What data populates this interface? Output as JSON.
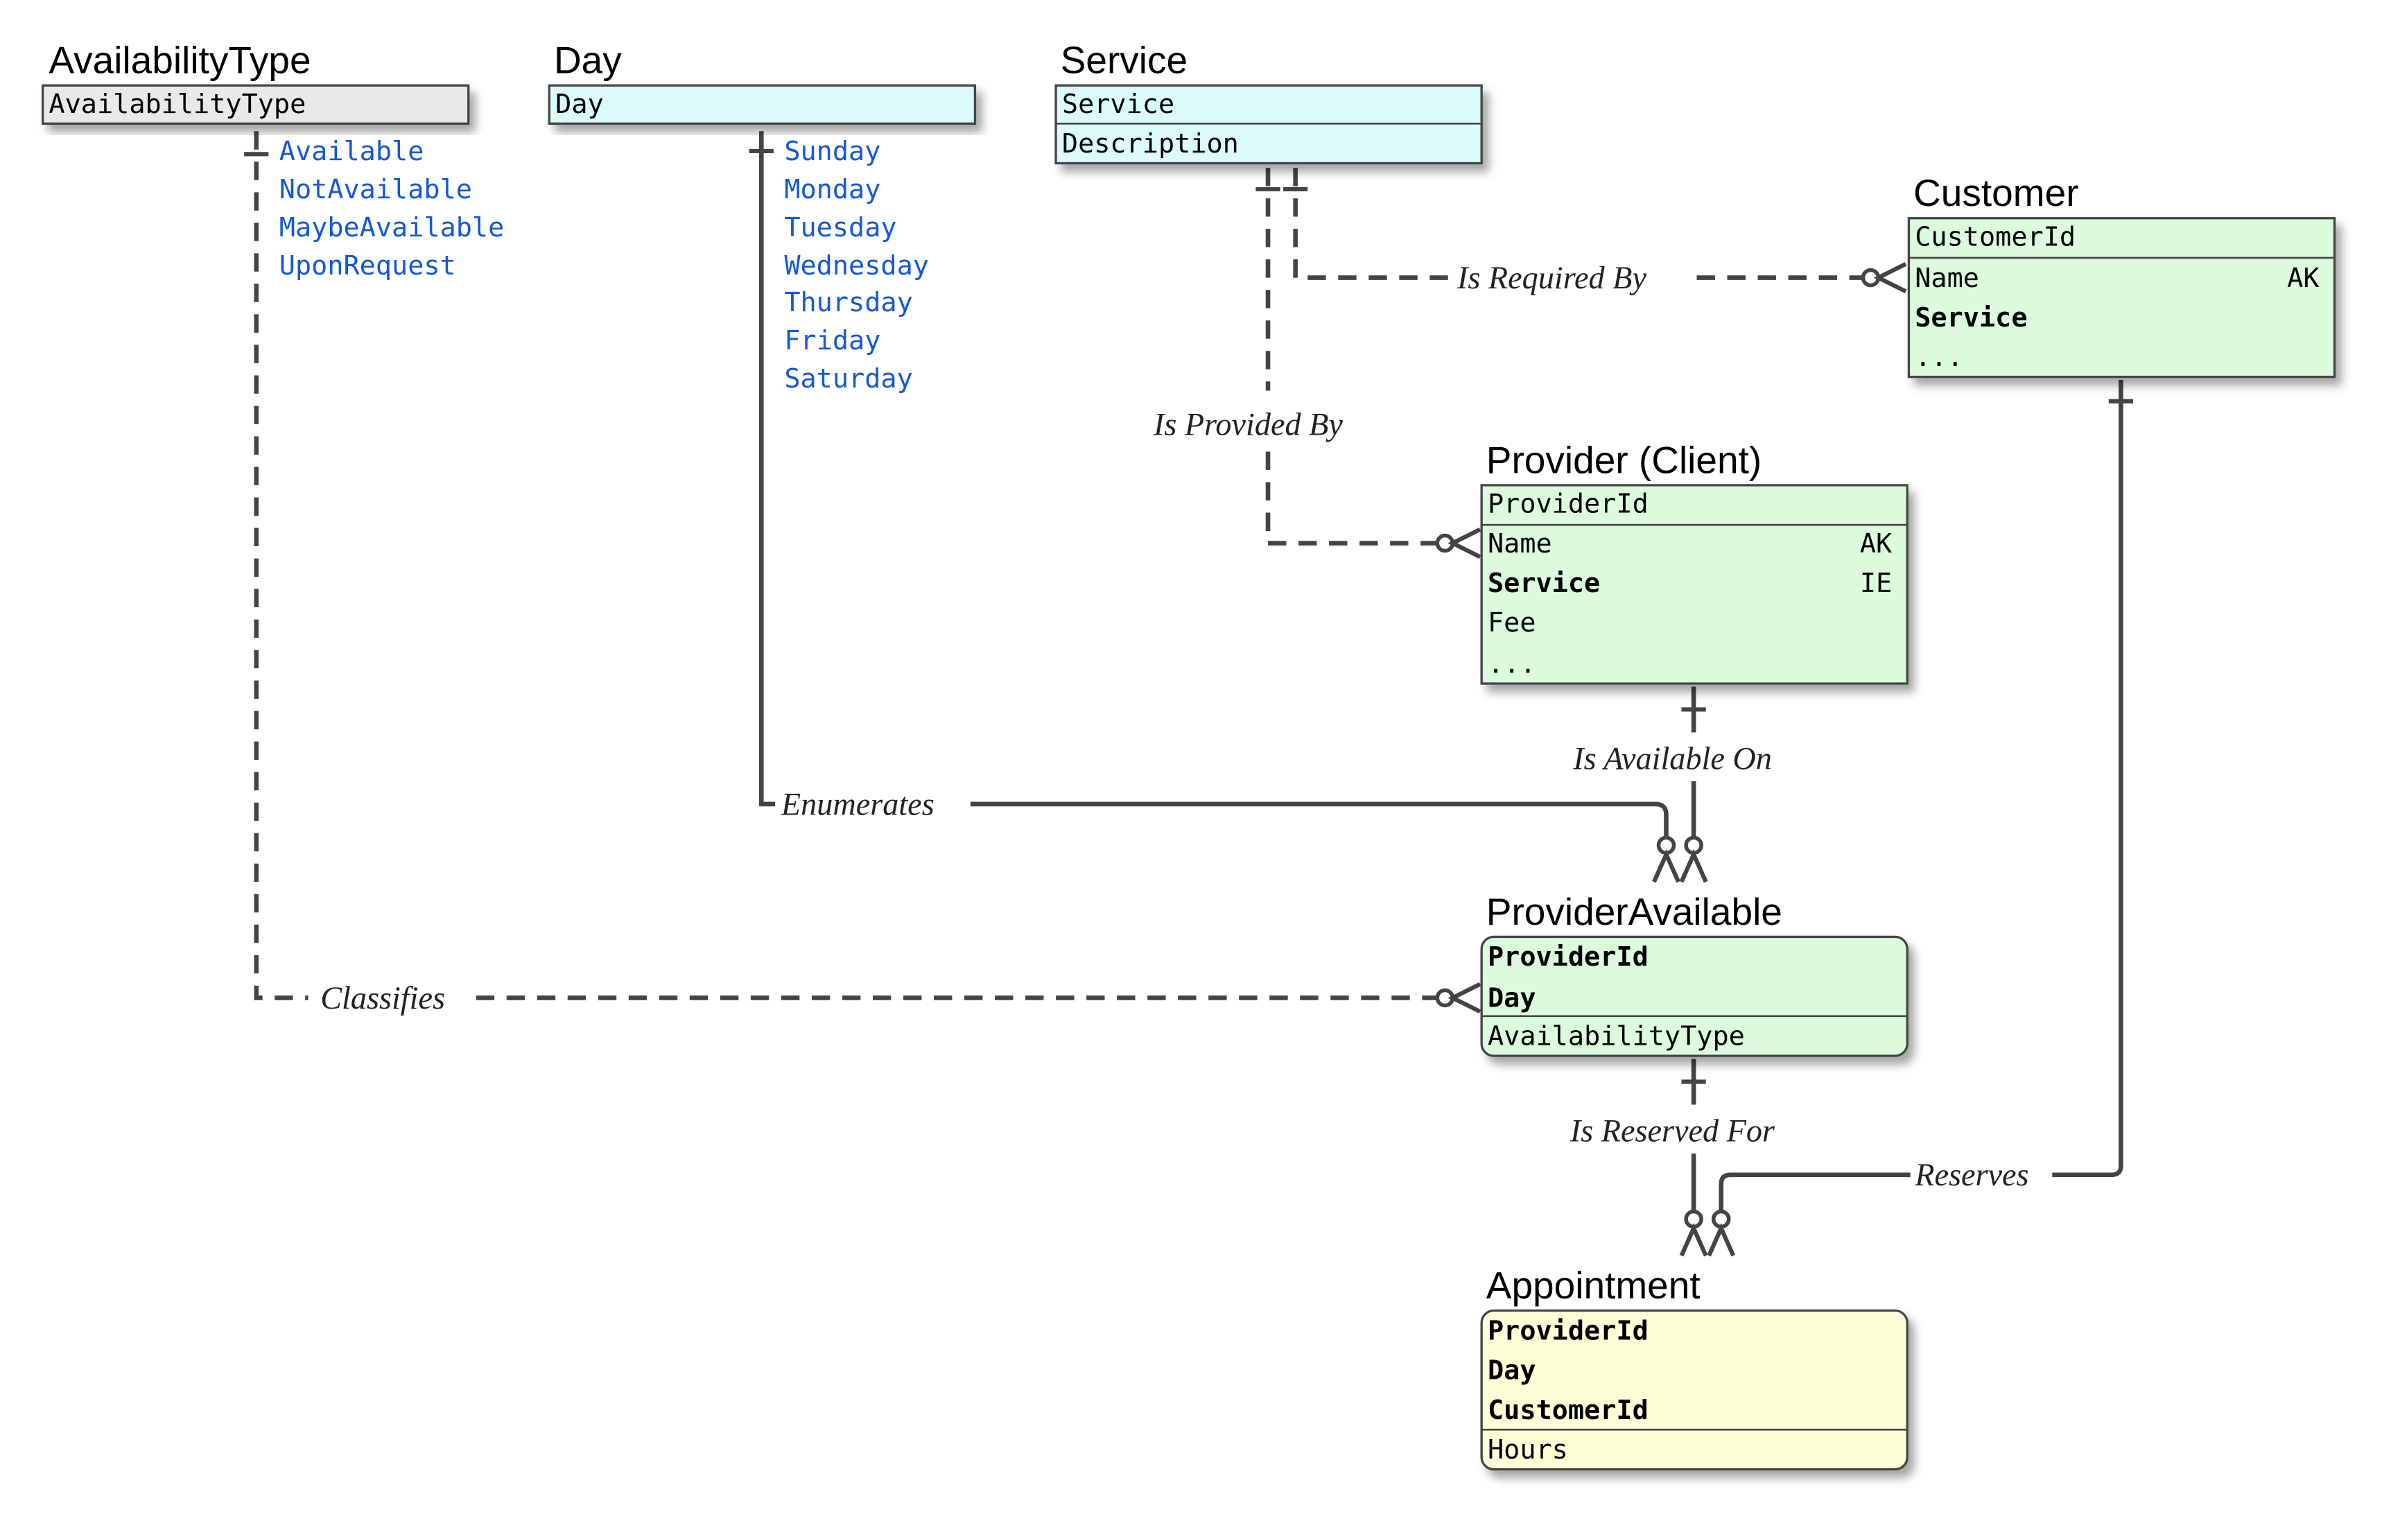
{
  "colors": {
    "lookup_fill": "#dafafb",
    "enum_fill": "#e9e9e9",
    "entity_fill": "#dcfbdd",
    "associative_fill": "#fefed7",
    "line": "#444444",
    "enum_text": "#1558d6"
  },
  "entities": {
    "availability_type": {
      "title": "AvailabilityType",
      "key_attrs": [
        "AvailabilityType"
      ],
      "values": [
        "Available",
        "NotAvailable",
        "MaybeAvailable",
        "UponRequest"
      ]
    },
    "day": {
      "title": "Day",
      "key_attrs": [
        "Day"
      ],
      "values": [
        "Sunday",
        "Monday",
        "Tuesday",
        "Wednesday",
        "Thursday",
        "Friday",
        "Saturday"
      ]
    },
    "service": {
      "title": "Service",
      "key_attrs": [
        "Service"
      ],
      "attrs": [
        "Description"
      ]
    },
    "customer": {
      "title": "Customer",
      "key_attrs": [
        "CustomerId"
      ],
      "attrs": [
        {
          "name": "Name",
          "tag": "AK"
        },
        {
          "name": "Service",
          "tag": ""
        },
        {
          "name": "...",
          "tag": ""
        }
      ]
    },
    "provider": {
      "title": "Provider (Client)",
      "key_attrs": [
        "ProviderId"
      ],
      "attrs": [
        {
          "name": "Name",
          "tag": "AK"
        },
        {
          "name": "Service",
          "tag": "IE"
        },
        {
          "name": "Fee",
          "tag": ""
        },
        {
          "name": "...",
          "tag": ""
        }
      ]
    },
    "provider_available": {
      "title": "ProviderAvailable",
      "key_attrs": [
        "ProviderId",
        "Day"
      ],
      "attrs": [
        "AvailabilityType"
      ]
    },
    "appointment": {
      "title": "Appointment",
      "key_attrs": [
        "ProviderId",
        "Day",
        "CustomerId"
      ],
      "attrs": [
        "Hours"
      ]
    }
  },
  "relationships": {
    "is_required_by": "Is Required By",
    "is_provided_by": "Is Provided By",
    "is_available_on": "Is Available On",
    "enumerates": "Enumerates",
    "classifies": "Classifies",
    "is_reserved_for": "Is Reserved For",
    "reserves": "Reserves"
  }
}
